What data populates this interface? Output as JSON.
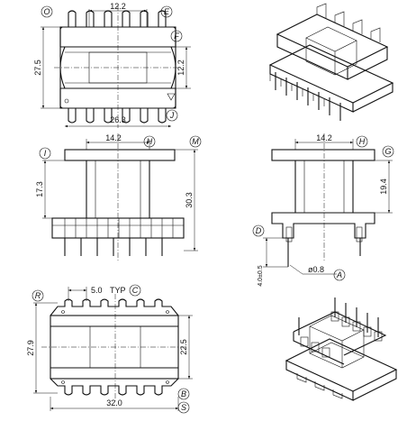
{
  "drawing": {
    "colors": {
      "ink": "#111111",
      "paper": "#ffffff"
    },
    "top_view": {
      "dimensions": {
        "width_top": "12.2",
        "height_left": "27.5",
        "height_right": "12.2",
        "width_bottom": "26.3"
      },
      "labels": {
        "top_left": "O",
        "top_right": "E",
        "right_upper": "F",
        "bottom_right": "J"
      }
    },
    "front_view": {
      "dimensions": {
        "width_top": "14.2",
        "height_left": "17.3",
        "height_right": "30.3"
      },
      "labels": {
        "left": "I",
        "top": "H",
        "right": "M"
      }
    },
    "side_view": {
      "dimensions": {
        "width_top": "14.2",
        "height_right": "19.4",
        "pin_diameter": "ø0.8",
        "pin_height": "4.0±0.5"
      },
      "labels": {
        "top": "H",
        "right": "G",
        "left": "D",
        "bottom": "A"
      }
    },
    "bottom_view": {
      "dimensions": {
        "pitch": "5.0",
        "pitch_note": "TYP",
        "height_left": "27.9",
        "height_right": "22.5",
        "width_bottom": "32.0"
      },
      "labels": {
        "top_left": "R",
        "pitch": "C",
        "right_lower": "B",
        "bottom_right": "S"
      }
    }
  }
}
